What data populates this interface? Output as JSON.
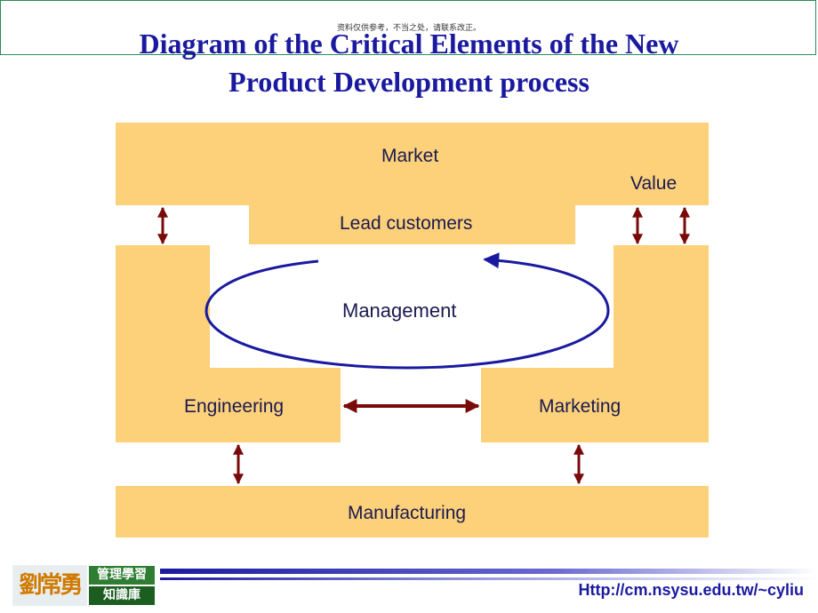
{
  "banner": {
    "note": "资料仅供参考，不当之处，请联系改正。"
  },
  "title": {
    "line1": "Diagram of the Critical Elements of the New",
    "line2": "Product Development process"
  },
  "diagram": {
    "market": "Market",
    "value": "Value",
    "lead_customers": "Lead customers",
    "management": "Management",
    "engineering": "Engineering",
    "marketing": "Marketing",
    "manufacturing": "Manufacturing"
  },
  "colors": {
    "block_fill": "#fdd07a",
    "arrow": "#7a0a0a",
    "ellipse": "#1a1aa0",
    "title": "#1a1aa0"
  },
  "footer": {
    "url": "Http://cm.nsysu.edu.tw/~cyliu",
    "logo_name": "劉常勇",
    "logo_line1": "管理學習",
    "logo_line2": "知識庫"
  }
}
